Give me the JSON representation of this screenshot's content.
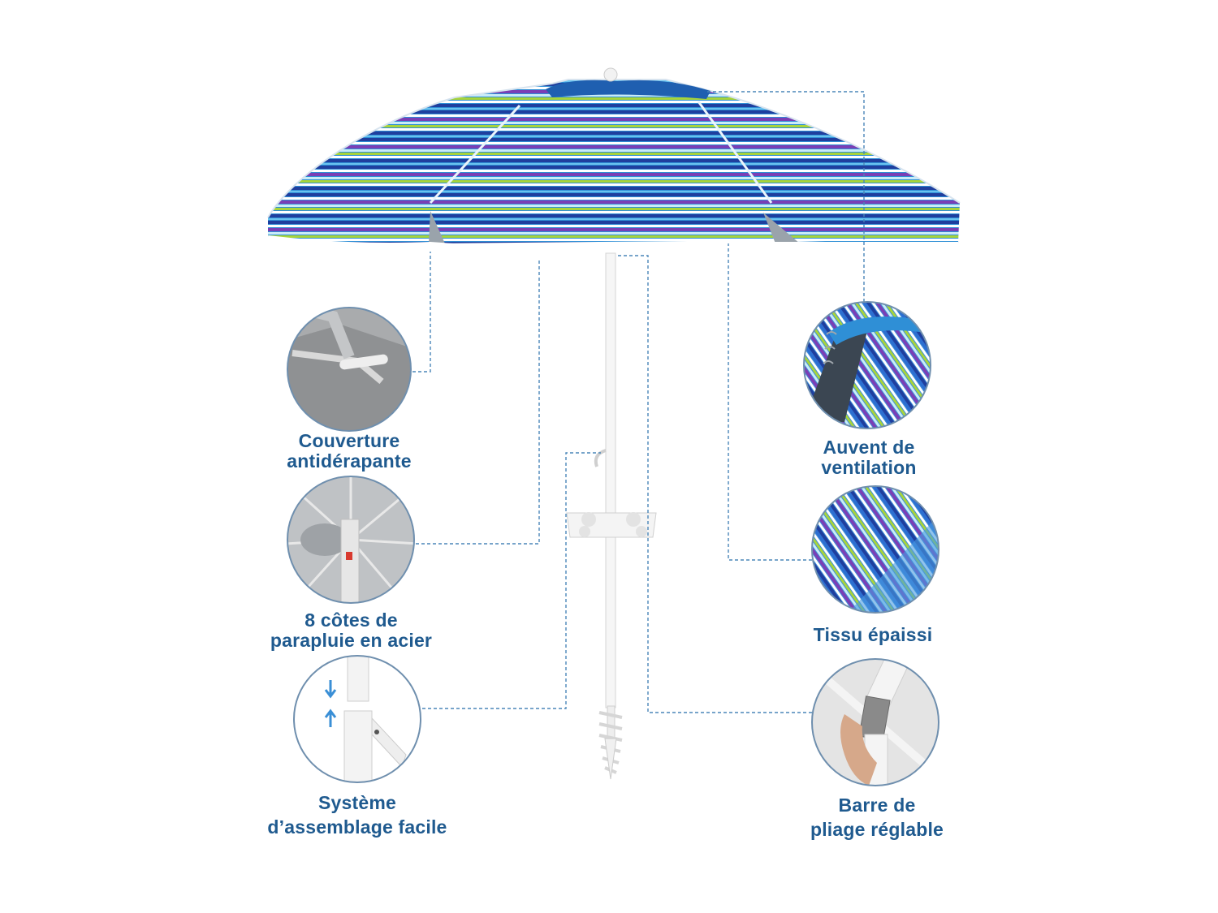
{
  "image": "beach umbrella product infographic",
  "colors": {
    "label_text": "#1f5a8f",
    "leader_line": "#4a86b8",
    "stripe_blue": "#2f8fd6",
    "stripe_navy": "#1f3f9e",
    "stripe_purple": "#7a3fb5",
    "stripe_lime": "#a8d43a",
    "stripe_light": "#c9ecf7"
  },
  "features": {
    "cover": {
      "line1": "Couverture",
      "line2": "antidérapante",
      "icon": "cover-detail"
    },
    "ribs": {
      "line1": "8 côtes de",
      "line2": "parapluie en acier",
      "icon": "ribs-detail"
    },
    "assembly": {
      "line1": "Système",
      "line2": "d’assemblage facile",
      "icon": "pole-joint-detail"
    },
    "vent": {
      "line1": "Auvent de",
      "line2": "ventilation",
      "icon": "vent-detail"
    },
    "fabric": {
      "line1": "Tissu épaissi",
      "icon": "fabric-detail"
    },
    "tilt": {
      "line1": "Barre de",
      "line2": "pliage réglable",
      "icon": "tilt-lever-detail"
    }
  }
}
